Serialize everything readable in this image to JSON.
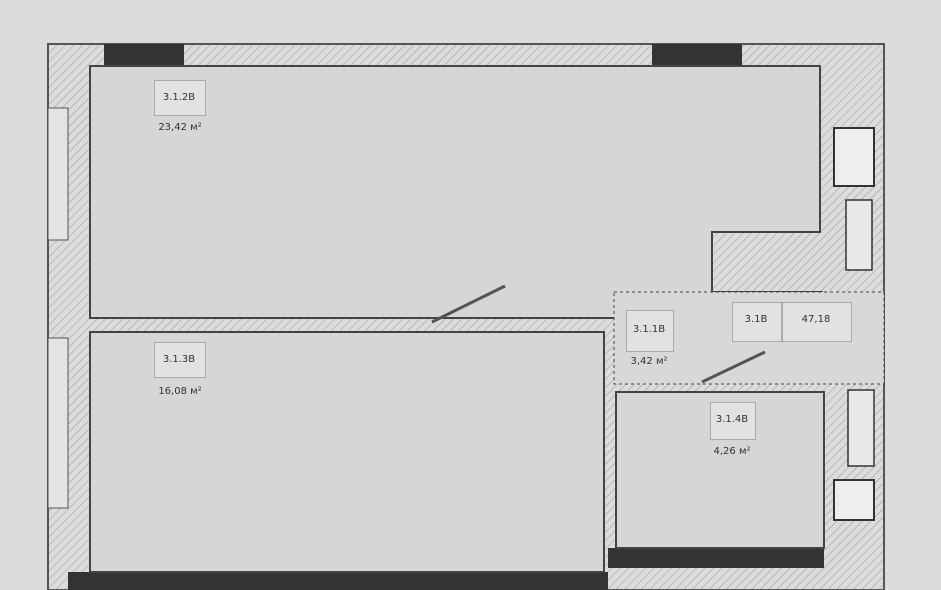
{
  "rooms": [
    {
      "code": "3.1.2B",
      "area": "23,42 м²"
    },
    {
      "code": "3.1.3B",
      "area": "16,08 м²"
    },
    {
      "code": "3.1.1B",
      "area": "3,42 м²"
    },
    {
      "code": "3.1.4B",
      "area": "4,26 м²"
    }
  ],
  "apartment": {
    "code": "3.1B",
    "total_area": "47,18"
  },
  "colors": {
    "wall": "#3a3a3a",
    "background": "#dcdcda",
    "room": "#d6d6d4"
  }
}
